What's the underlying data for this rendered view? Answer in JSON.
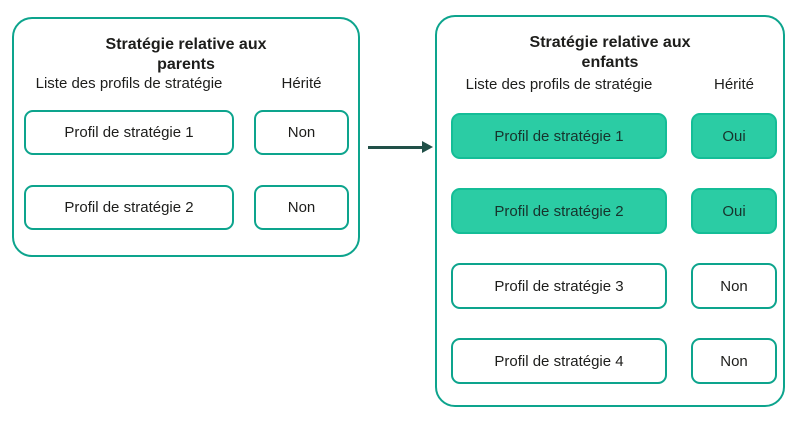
{
  "colors": {
    "teal_border": "#0da48d",
    "green_fill": "#2bcca4",
    "green_border": "#14bd97",
    "arrow": "#215048",
    "text": "#1d1d1b",
    "text_on_green": "#17332c",
    "background": "#ffffff"
  },
  "left_panel": {
    "title_line1": "Stratégie relative aux",
    "title_line2": "parents",
    "list_header": "Liste des profils de stratégie",
    "inherited_header": "Hérité",
    "rows": [
      {
        "profile": "Profil de stratégie 1",
        "inherited": "Non",
        "highlighted": false
      },
      {
        "profile": "Profil de stratégie 2",
        "inherited": "Non",
        "highlighted": false
      }
    ]
  },
  "arrow": {
    "icon": "right-arrow",
    "direction": "left-to-right"
  },
  "right_panel": {
    "title_line1": "Stratégie relative aux",
    "title_line2": "enfants",
    "list_header": "Liste des profils de stratégie",
    "inherited_header": "Hérité",
    "rows": [
      {
        "profile": "Profil de stratégie 1",
        "inherited": "Oui",
        "highlighted": true
      },
      {
        "profile": "Profil de stratégie 2",
        "inherited": "Oui",
        "highlighted": true
      },
      {
        "profile": "Profil de stratégie 3",
        "inherited": "Non",
        "highlighted": false
      },
      {
        "profile": "Profil de stratégie 4",
        "inherited": "Non",
        "highlighted": false
      }
    ]
  }
}
